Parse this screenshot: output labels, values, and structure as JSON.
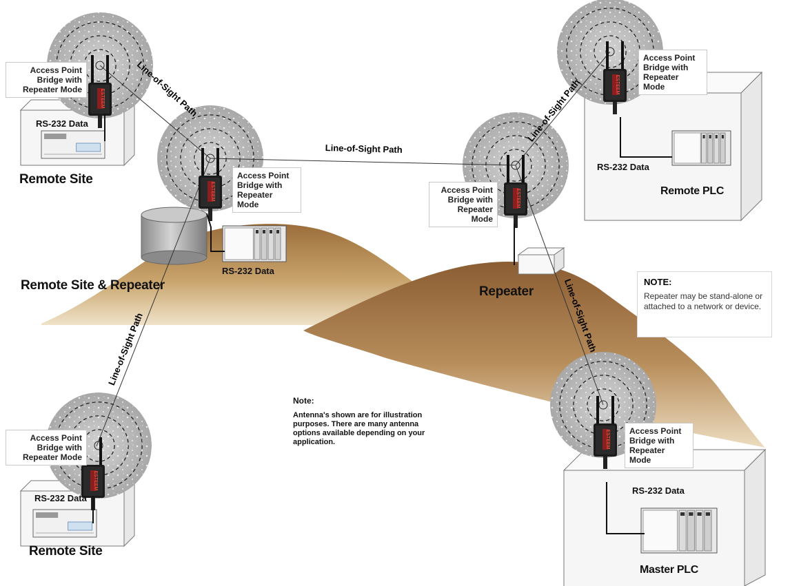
{
  "labels": {
    "access_point": [
      "Access Point",
      "Bridge with",
      "Repeater Mode"
    ],
    "access_point_4line": [
      "Access Point",
      "Bridge with",
      "Repeater",
      "Mode"
    ],
    "rs232": "RS-232 Data",
    "line_of_sight": "Line-of-Sight Path",
    "device_brand": "ESTEEM"
  },
  "sites": {
    "top_left": "Remote Site",
    "middle_left": "Remote Site & Repeater",
    "bottom_left": "Remote Site",
    "top_right": "Remote PLC",
    "middle_right": "Repeater",
    "bottom_right": "Master PLC"
  },
  "note_box": {
    "heading": "NOTE:",
    "text": "Repeater may be stand-alone or attached to a network or device."
  },
  "center_note": {
    "heading": "Note:",
    "text": "Antenna's shown are for illustration purposes.  There are many antenna options available depending on your application."
  },
  "colors": {
    "radio_halo": "#b4b4b4",
    "hill_light": "#c9a46a",
    "hill_dark": "#8a6236",
    "device_body": "#1b1b1b",
    "device_accent": "#c0392b",
    "building": "#f3f3f3"
  },
  "icons": [
    "antenna-radio-icon",
    "plc-icon",
    "terminal-icon",
    "water-tank-icon"
  ]
}
